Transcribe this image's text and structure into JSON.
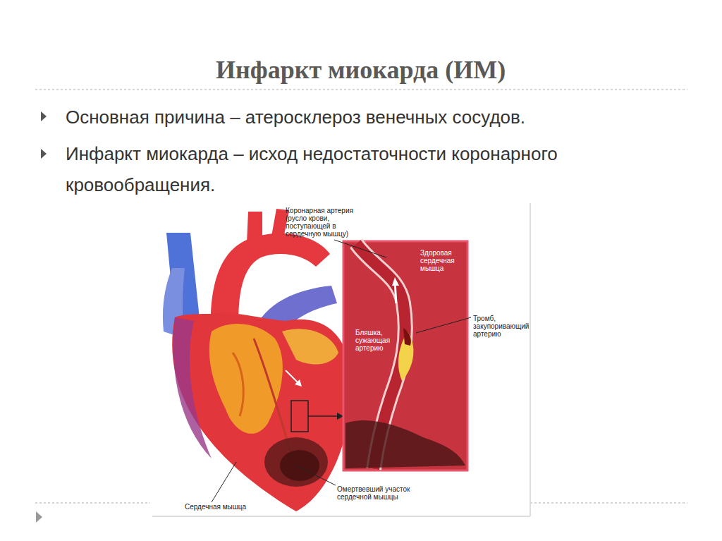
{
  "diagram": {
    "title": "Инфаркт миокарда (ИМ)",
    "labels": [
      "Основная причина – атеросклероз венечных сосудов.",
      "Инфаркт миокарда – исход недостаточности коронарного кровообращения.",
      "Коронарная артерия (русло крови, поступающей в сердечную мышцу)",
      "Здоровая сердечная мышца",
      "Тромб, закупоривающий артерию",
      "Бляшка, сужающая артерию",
      "Сердечная мышца",
      "Омертвевший участок сердечной мышцы"
    ]
  }
}
